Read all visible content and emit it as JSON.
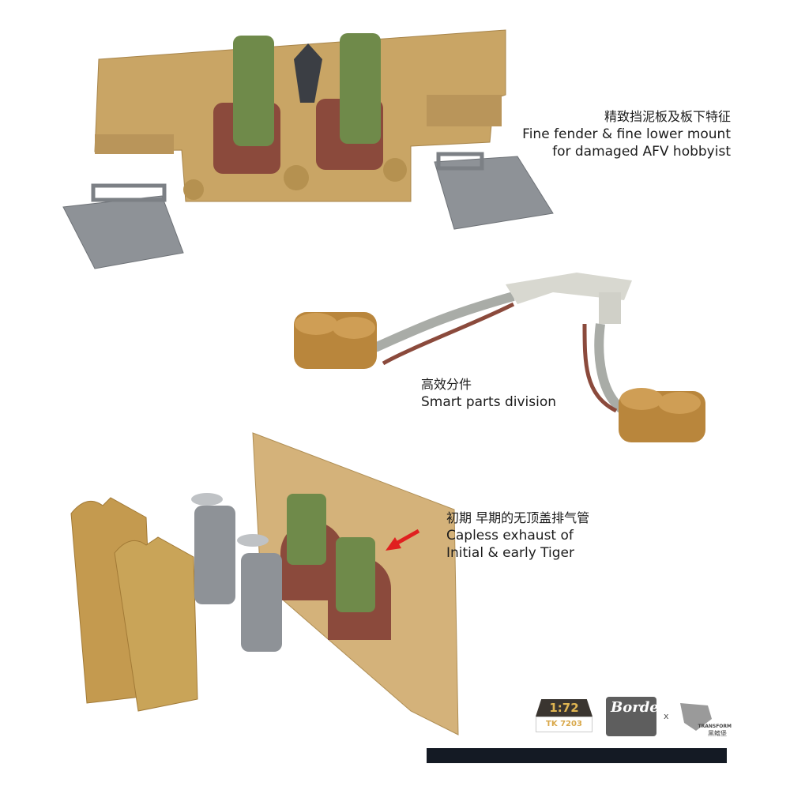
{
  "captions": [
    {
      "zh": "精致挡泥板及板下特征",
      "en_lines": [
        "Fine fender  & fine lower mount",
        "for damaged AFV hobbyist"
      ]
    },
    {
      "zh": "高效分件",
      "en_lines": [
        "Smart parts division"
      ]
    },
    {
      "zh": "初期 早期的无顶盖排气管",
      "en_lines": [
        "Capless exhaust of",
        "Initial & early Tiger"
      ]
    }
  ],
  "badge": {
    "scale": "1:72",
    "code": "TK 7203"
  },
  "brand": {
    "logo_text": "Border",
    "separator": "x",
    "partner": "TRANSFORM",
    "partner_zh": "黑鳍堡"
  },
  "colors": {
    "tan": "#c9a565",
    "green": "#6f8a4a",
    "red_brown": "#8b4a3c",
    "grey": "#8e9297",
    "arrow": "#e02020",
    "bar": "#141a24"
  }
}
